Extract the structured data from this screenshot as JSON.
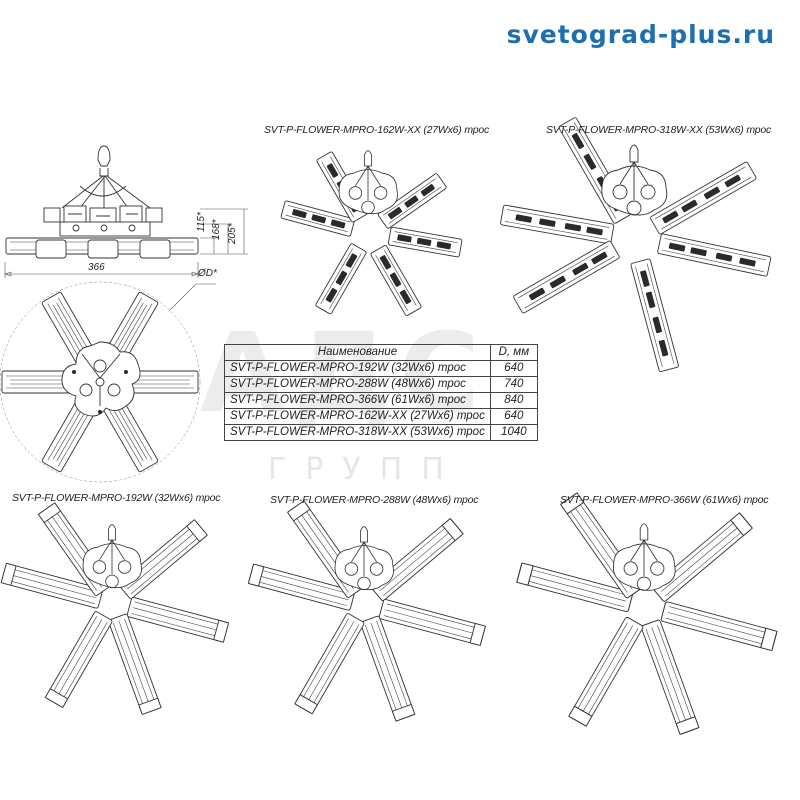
{
  "brand": {
    "site": "svetograd-plus.ru"
  },
  "watermark": {
    "letters": "АДС",
    "sub": "ГРУПП"
  },
  "dimensions": {
    "width": "366",
    "h115": "115*",
    "h168": "168*",
    "h205": "205*",
    "diameter": "ØD*"
  },
  "captions": {
    "top_left": "SVT-P-FLOWER-MPRO-162W-XX (27Wx6) трос",
    "top_right": "SVT-P-FLOWER-MPRO-318W-XX (53Wx6) трос",
    "bottom_left": "SVT-P-FLOWER-MPRO-192W (32Wx6) трос",
    "bottom_mid": "SVT-P-FLOWER-MPRO-288W (48Wx6) трос",
    "bottom_right": "SVT-P-FLOWER-MPRO-366W (61Wx6) трос"
  },
  "table": {
    "headers": [
      "Наименование",
      "D, мм"
    ],
    "rows": [
      [
        "SVT-P-FLOWER-MPRO-192W (32Wx6) трос",
        "640"
      ],
      [
        "SVT-P-FLOWER-MPRO-288W (48Wx6) трос",
        "740"
      ],
      [
        "SVT-P-FLOWER-MPRO-366W (61Wx6) трос",
        "840"
      ],
      [
        "SVT-P-FLOWER-MPRO-162W-XX (27Wx6) трос",
        "640"
      ],
      [
        "SVT-P-FLOWER-MPRO-318W-XX (53Wx6) трос",
        "1040"
      ]
    ]
  }
}
